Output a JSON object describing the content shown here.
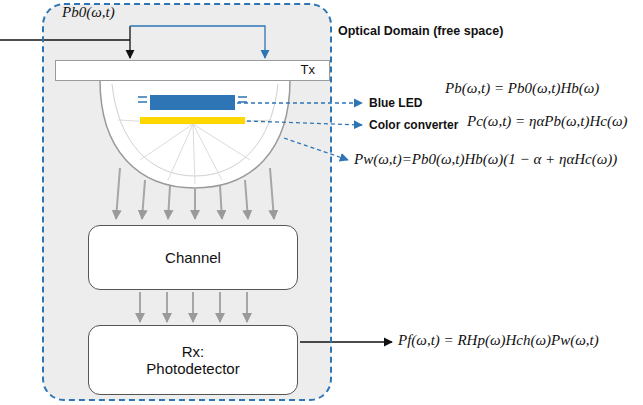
{
  "diagram": {
    "nodes": [
      {
        "text": [
          "Pb0(ω,t)"
        ]
      },
      {
        "text": [
          "Tx"
        ],
        "in": 0
      },
      {
        "text": [
          "Channel"
        ],
        "in": 0
      },
      {
        "text": [
          "Rx: Photodetector"
        ],
        "in": 0
      }
    ],
    "edges": [
      {
        "from": 2,
        "to": 3,
        "arrow": "to"
      }
    ],
    "labels": [
      "Optical Domain (free space)",
      "Blue LED",
      "Color converter",
      "Pb(ω,t) = Pb0(ω,t)Hb(ω)",
      "Pc(ω,t) = ηαPb(ω,t)Hc(ω)",
      "Pw(ω,t)=Pb0(ω,t)Hb(ω)(1 − α + ηαHc(ω))",
      "Pf(ω,t) = RHp(ω)Hch(ω)Pw(ω,t)"
    ]
  }
}
